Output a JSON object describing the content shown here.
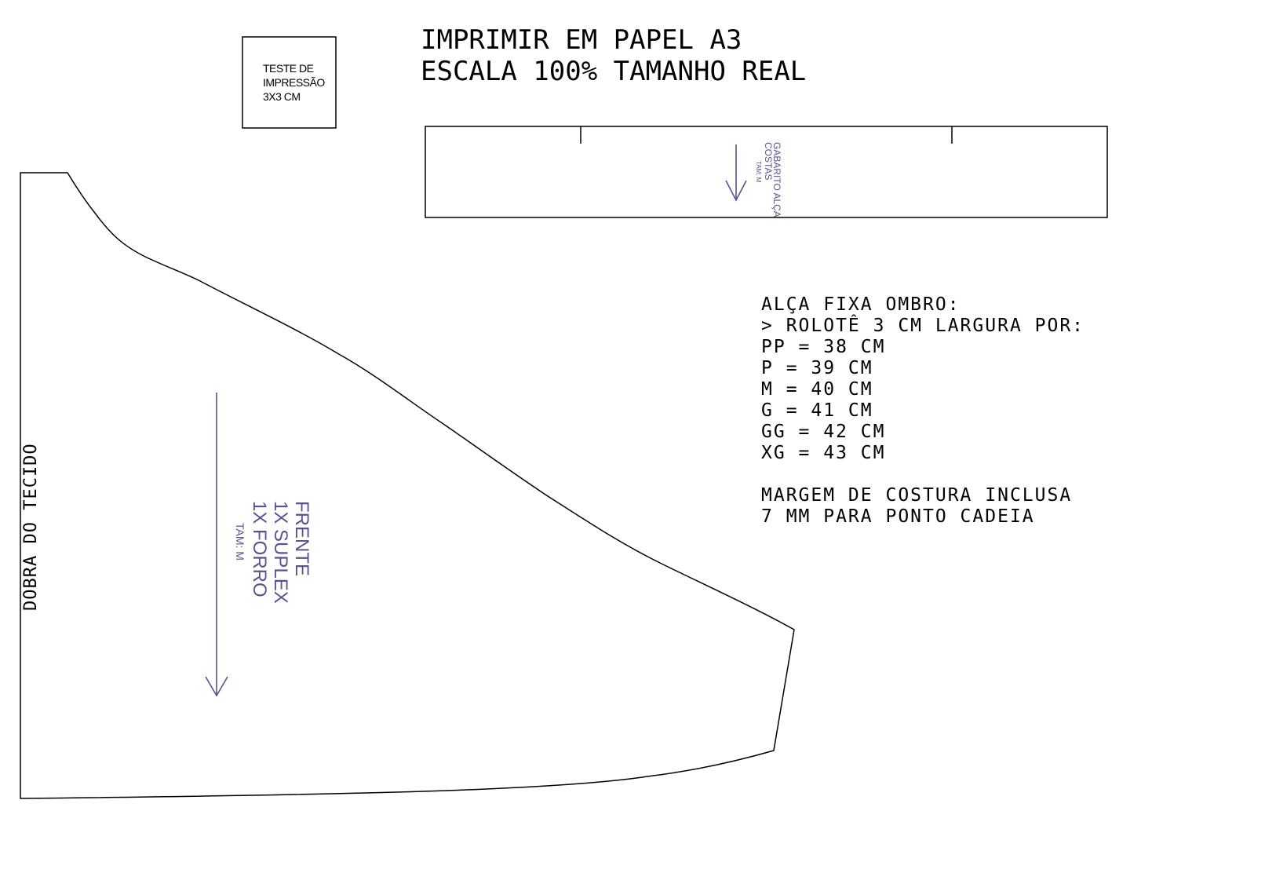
{
  "header": {
    "line1": "IMPRIMIR EM PAPEL A3",
    "line2": "ESCALA 100% TAMANHO REAL"
  },
  "test_box": {
    "line1": "TESTE DE",
    "line2": "IMPRESSÃO",
    "line3": "3X3 CM"
  },
  "strap_template": {
    "line1": "GABARITO ALÇA",
    "line2": "COSTAS",
    "size": "TAM: M"
  },
  "front_piece": {
    "fold_label": "DOBRA DO TECIDO",
    "line1": "FRENTE",
    "line2": "1X SUPLEX",
    "line3": "1X FORRO",
    "size": "TAM: M"
  },
  "instructions": {
    "title": "ALÇA FIXA OMBRO:",
    "subtitle": "> ROLOTÊ 3 CM LARGURA POR:",
    "sizes": [
      "PP = 38 CM",
      "P = 39 CM",
      "M = 40 CM",
      "G = 41 CM",
      "GG = 42 CM",
      "XG = 43 CM"
    ],
    "note1": "MARGEM DE COSTURA INCLUSA",
    "note2": "7 MM PARA PONTO CADEIA"
  },
  "colors": {
    "ink": "#000000",
    "accent": "#5b5190"
  }
}
